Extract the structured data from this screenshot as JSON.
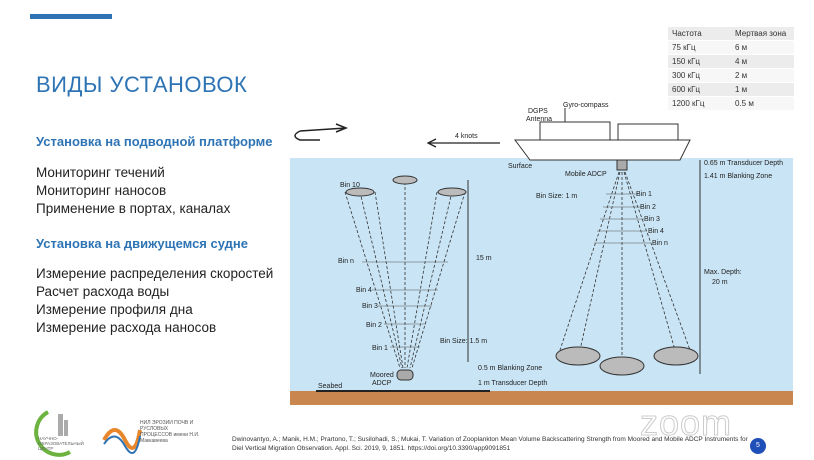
{
  "title": "ВИДЫ УСТАНОВОК",
  "section1": {
    "heading": "Установка на подводной платформе",
    "items": [
      "Мониторинг течений",
      "Мониторинг наносов",
      "Применение в портах, каналах"
    ]
  },
  "section2": {
    "heading": "Установка на движущемся судне",
    "items": [
      "Измерение распределения скоростей",
      "Расчет расхода воды",
      "Измерение профиля дна",
      "Измерение расхода наносов"
    ]
  },
  "table": {
    "headers": [
      "Частота",
      "Мертвая зона"
    ],
    "rows": [
      [
        "75 кГц",
        "6 м"
      ],
      [
        "150 кГц",
        "4 м"
      ],
      [
        "300 кГц",
        "2 м"
      ],
      [
        "600 кГц",
        "1 м"
      ],
      [
        "1200 кГц",
        "0.5 м"
      ]
    ]
  },
  "diagram": {
    "left": {
      "bins": [
        "Bin 10",
        "Bin n",
        "Bin 4",
        "Bin 3",
        "Bin 2",
        "Bin 1"
      ],
      "depth": "15 m",
      "bin_size": "Bin Size: 1.5 m",
      "blanking": "0.5 m Blanking Zone",
      "transducer": "1 m Transducer Depth",
      "moored": "Moored",
      "adcp": "ADCP",
      "seabed": "Seabed"
    },
    "right": {
      "dgps": "DGPS",
      "antenna": "Antenna",
      "gyro": "Gyro-compass",
      "speed": "4 knots",
      "surface": "Surface",
      "mobile": "Mobile ADCP",
      "bin_size": "Bin Size: 1 m",
      "bins": [
        "Bin 1",
        "Bin 2",
        "Bin 3",
        "Bin 4",
        "Bin n"
      ],
      "transducer": "0.65 m Transducer Depth",
      "blanking": "1.41 m Blanking Zone",
      "max_depth": "Max. Depth:",
      "max_depth_val": "20 m"
    }
  },
  "citation": "Dwinovantyo, A.; Manik, H.M.; Prartono, T.; Susilohadi, S.; Mukai, T. Variation of Zooplankton Mean Volume Backscattering Strength from Moored and Mobile ADCP Instruments for Diel Vertical Migration Observation. Appl. Sci. 2019, 9, 1851. https://doi.org/10.3390/app9091851",
  "page_number": "5",
  "logo1": "НАУЧНО-ОБРАЗОВАТЕЛЬНЫЙ ЦЕНТР",
  "logo2": "НИЛ ЭРОЗИИ ПОЧВ И РУСЛОВЫХ ПРОЦЕССОВ имени Н.И. Маккавеева",
  "watermark": "zoom"
}
